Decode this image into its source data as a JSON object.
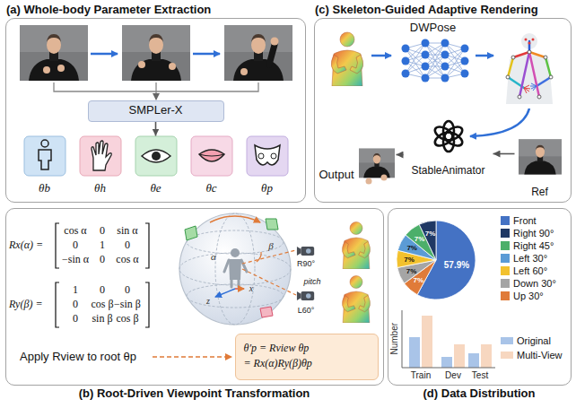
{
  "diagram": {
    "nodes": [
      {
        "text": [
          "(a) Whole-body Parameter Extraction"
        ]
      },
      {
        "text": [
          "SMPLer-X"
        ],
        "in": 0
      },
      {
        "text": [
          "θb"
        ],
        "in": 0
      },
      {
        "text": [
          "θh"
        ],
        "in": 0
      },
      {
        "text": [
          "θe"
        ],
        "in": 0
      },
      {
        "text": [
          "θc"
        ],
        "in": 0
      },
      {
        "text": [
          "θp"
        ],
        "in": 0
      },
      {
        "text": [
          "(c) Skeleton-Guided Adaptive Rendering"
        ]
      },
      {
        "text": [
          "DWPose"
        ],
        "in": 7
      },
      {
        "text": [
          "Output"
        ],
        "in": 7
      },
      {
        "text": [
          "StableAnimator"
        ],
        "in": 7
      },
      {
        "text": [
          "Ref"
        ],
        "in": 7
      },
      {
        "text": [
          "(b) Root-Driven Viewpoint Transformation"
        ]
      },
      {
        "text": [
          "θ′p = Rview θp",
          "= Rx(α)Ry(β)θp"
        ],
        "in": 12
      },
      {
        "text": [
          "(d) Data Distribution"
        ]
      }
    ],
    "edges": [
      {
        "from": 1,
        "to": 4,
        "arrow": "to"
      },
      {
        "from": 11,
        "to": 10,
        "arrow": "to"
      },
      {
        "from": 10,
        "to": 9,
        "arrow": "to"
      }
    ],
    "labels": [
      "Rx(α) =",
      "cos α",
      "0",
      "sin α",
      "0",
      "1",
      "0",
      "−sin α",
      "0",
      "cos α",
      "Ry(β) =",
      "1",
      "0",
      "0",
      "0",
      "cos β",
      "−sin β",
      "0",
      "sin β",
      "cos β",
      "Apply Rview to root θp",
      "α",
      "β",
      "x",
      "z",
      "R90°",
      "L60°",
      "pitch",
      "57.9%",
      "7%",
      "7%",
      "7%",
      "7%",
      "7%",
      "7%",
      "Number",
      "Train",
      "Dev",
      "Test"
    ],
    "legend": [
      {
        "text": "Front",
        "color": "#4472c4"
      },
      {
        "text": "Right 90°",
        "color": "#1f3864"
      },
      {
        "text": "Right 45°",
        "color": "#4caf6a"
      },
      {
        "text": "Left 30°",
        "color": "#5b9bd5"
      },
      {
        "text": "Left 60°",
        "color": "#f2c12e"
      },
      {
        "text": "Down 30°",
        "color": "#a5a5a5"
      },
      {
        "text": "Up 30°",
        "color": "#e07b39"
      },
      {
        "text": "Original",
        "color": "#a9c4e8"
      },
      {
        "text": "Multi-View",
        "color": "#f7d7c0"
      }
    ]
  }
}
